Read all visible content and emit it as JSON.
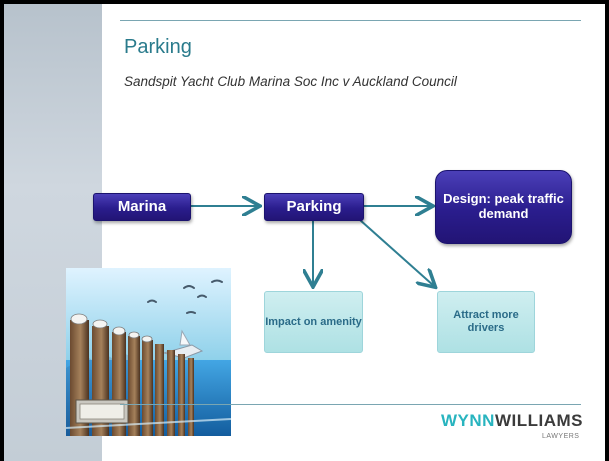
{
  "slide": {
    "title": "Parking",
    "subtitle": "Sandspit Yacht Club Marina Soc Inc v Auckland Council"
  },
  "diagram": {
    "nodes": [
      {
        "id": "marina",
        "label": "Marina"
      },
      {
        "id": "parking",
        "label": "Parking"
      },
      {
        "id": "design",
        "label": "Design: peak traffic demand"
      },
      {
        "id": "impact",
        "label": "Impact on amenity"
      },
      {
        "id": "attract",
        "label": "Attract more drivers"
      }
    ],
    "edges": [
      {
        "from": "marina",
        "to": "parking"
      },
      {
        "from": "parking",
        "to": "design"
      },
      {
        "from": "parking",
        "to": "impact"
      },
      {
        "from": "parking",
        "to": "attract"
      }
    ]
  },
  "logo": {
    "part1": "WYNN",
    "part2": "WILLIAMS",
    "sub": "LAWYERS"
  },
  "colors": {
    "title": "#2a7b8c",
    "dark_box": "#2a1d8d",
    "light_box": "#aee1e4",
    "arrow": "#2f7f92",
    "logo_accent": "#28b4bf"
  },
  "icons": [
    "pier-photo",
    "seagull-icons"
  ]
}
